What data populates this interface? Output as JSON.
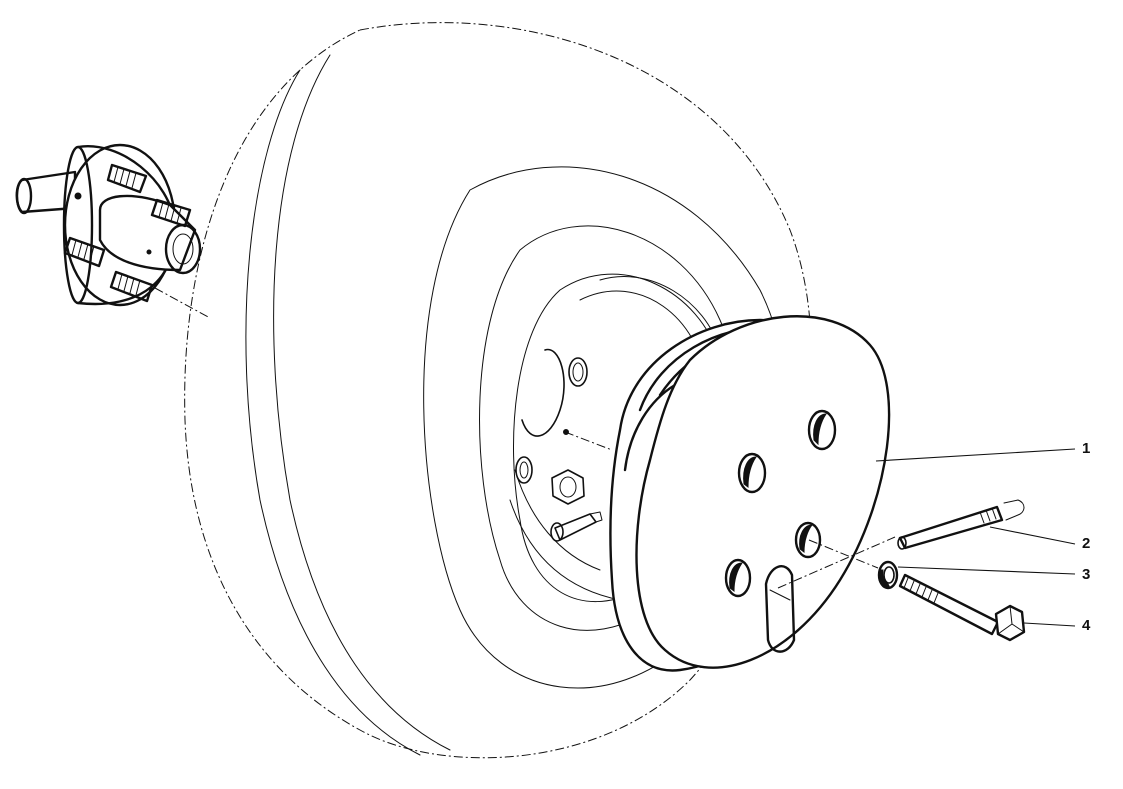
{
  "callouts": [
    {
      "id": "1",
      "label": "1",
      "part": "wheel-weight"
    },
    {
      "id": "2",
      "label": "2",
      "part": "pin"
    },
    {
      "id": "3",
      "label": "3",
      "part": "lock-washer"
    },
    {
      "id": "4",
      "label": "4",
      "part": "hex-bolt"
    }
  ],
  "colors": {
    "ink": "#111111",
    "paper": "#ffffff"
  }
}
